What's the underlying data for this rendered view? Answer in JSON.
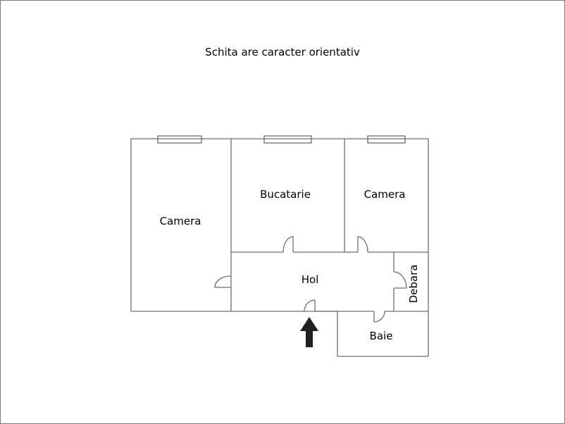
{
  "caption": "Schita are caracter orientativ",
  "rooms": [
    {
      "id": "camera-left",
      "label": "Camera"
    },
    {
      "id": "bucatarie",
      "label": "Bucatarie"
    },
    {
      "id": "camera-right",
      "label": "Camera"
    },
    {
      "id": "hol",
      "label": "Hol"
    },
    {
      "id": "debara",
      "label": "Debara"
    },
    {
      "id": "baie",
      "label": "Baie"
    }
  ],
  "entrance_icon": "arrow-up-icon",
  "colors": {
    "wall": "#6e6e6e",
    "arrow": "#231f20",
    "border": "#7a7a7a"
  }
}
